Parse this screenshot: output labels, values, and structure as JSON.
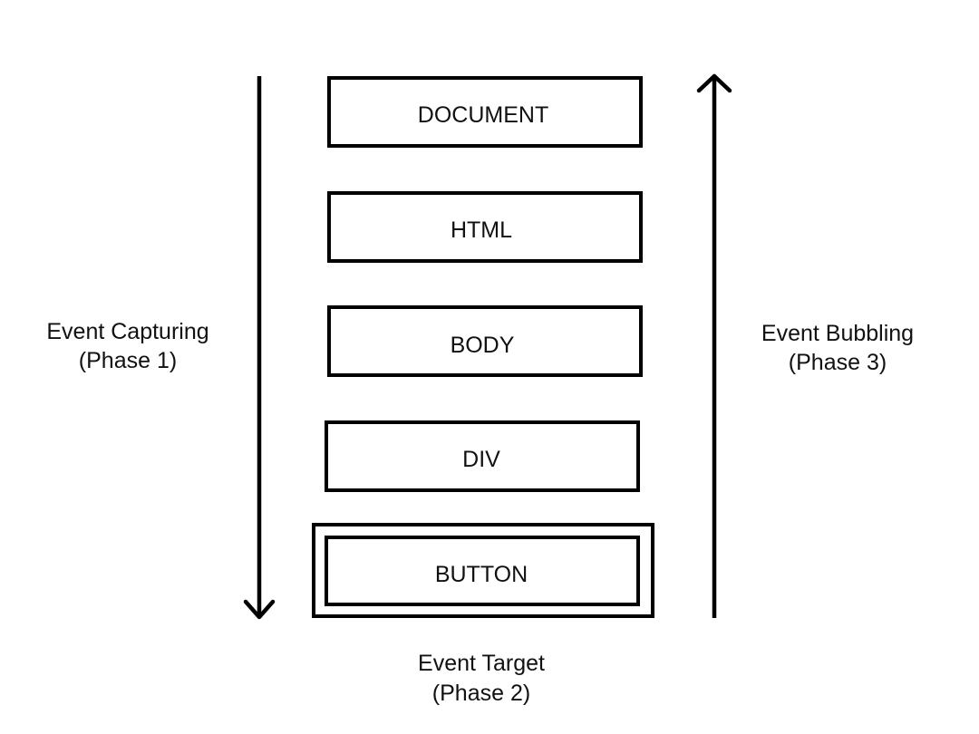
{
  "nodes": {
    "document": "DOCUMENT",
    "html": "HTML",
    "body": "BODY",
    "div": "DIV",
    "button": "BUTTON"
  },
  "capturing": {
    "line1": "Event Capturing",
    "line2": "(Phase 1)"
  },
  "bubbling": {
    "line1": "Event Bubbling",
    "line2": "(Phase 3)"
  },
  "target": {
    "line1": "Event Target",
    "line2": "(Phase 2)"
  },
  "colors": {
    "stroke": "#000000",
    "background": "#ffffff"
  }
}
